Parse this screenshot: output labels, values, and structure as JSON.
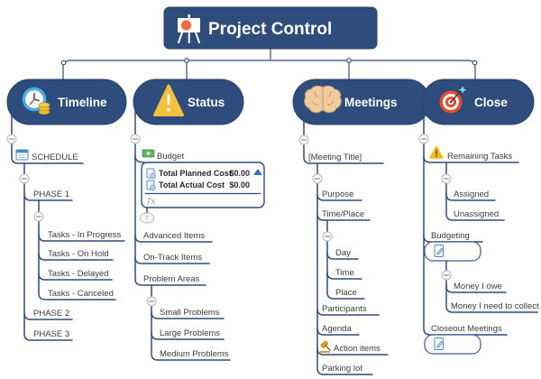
{
  "root": {
    "title": "Project Control"
  },
  "timeline": {
    "label": "Timeline",
    "schedule": "SCHEDULE",
    "phase1": "PHASE 1",
    "tasks": [
      "Tasks - In Progress",
      "Tasks - On Hold",
      "Tasks - Delayed",
      "Tasks - Canceled"
    ],
    "phase2": "PHASE 2",
    "phase3": "PHASE 3"
  },
  "status": {
    "label": "Status",
    "budget": "Budget",
    "table": {
      "rows": [
        {
          "label": "Total Planned Cost",
          "value": "$0.00"
        },
        {
          "label": "Total Actual Cost",
          "value": "$0.00"
        }
      ],
      "formula": "fx"
    },
    "collapsed_count": "7",
    "items": [
      "Advanced Items",
      "On-Track Items",
      "Problem Areas"
    ],
    "problems": [
      "Small Problems",
      "Large Problems",
      "Medium Problems"
    ]
  },
  "meetings": {
    "label": "Meetings",
    "meeting_title": "[Meeting Title]",
    "purpose": "Purpose",
    "time_place": "Time/Place",
    "time_children": [
      "Day",
      "Time",
      "Place"
    ],
    "participants": "Participants",
    "agenda": "Agenda",
    "action_items": "Action items",
    "parking_lot": "Parking lot"
  },
  "close": {
    "label": "Close",
    "remaining": "Remaining Tasks",
    "remaining_children": [
      "Assigned",
      "Unassigned"
    ],
    "budgeting": "Budgeting",
    "money": [
      "Money I owe",
      "Money I need to collect"
    ],
    "closeout": "Closeout Meetings"
  },
  "colors": {
    "navy": "#2E4D7C",
    "warning_yellow": "#F2C23E",
    "target_red": "#E84B2C",
    "money_green": "#5CB85C",
    "accent_blue": "#2F6FD0"
  }
}
